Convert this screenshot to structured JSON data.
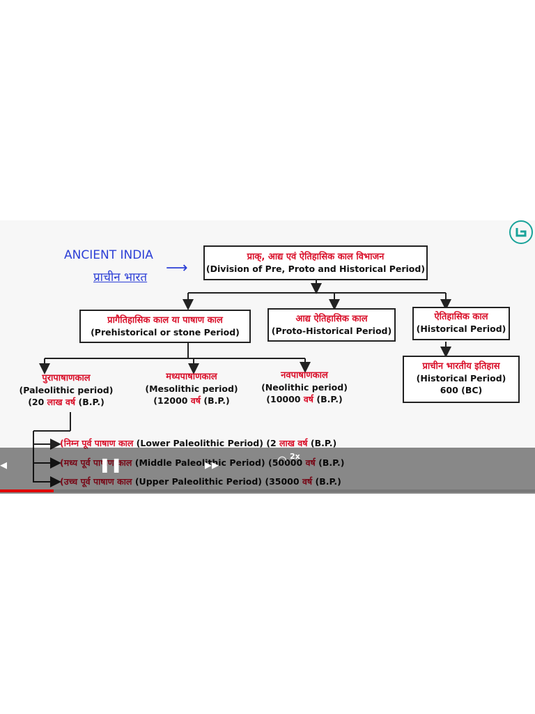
{
  "heading": {
    "english": "ANCIENT INDIA",
    "hindi": "प्राचीन भारत",
    "arrow": "⟶"
  },
  "root": {
    "hindi": "प्राक्, आद्य एवं ऐतिहासिक काल विभाजन",
    "english": "(Division of Pre, Proto and Historical Period)"
  },
  "level1": [
    {
      "hindi": "प्रागैतिहासिक काल या पाषाण काल",
      "english": "(Prehistorical or stone Period)"
    },
    {
      "hindi": "आद्य ऐतिहासिक काल",
      "english": "(Proto-Historical Period)"
    },
    {
      "hindi": "ऐतिहासिक काल",
      "english": "(Historical Period)"
    }
  ],
  "historical_child": {
    "hindi": "प्राचीन भारतीय इतिहास",
    "english": "(Historical Period)",
    "date": "600 (BC)"
  },
  "stone_ages": [
    {
      "hindi": "पुरापाषाणकाल",
      "english": "(Paleolithic period)",
      "date_num": "(20",
      "date_hi": "लाख वर्ष",
      "date_bp": "(B.P.)"
    },
    {
      "hindi": "मध्यपाषाणकाल",
      "english": "(Mesolithic period)",
      "date_num": "(12000",
      "date_hi": "वर्ष",
      "date_bp": "(B.P.)"
    },
    {
      "hindi": "नवपाषाणकाल",
      "english": "(Neolithic period)",
      "date_num": "(10000",
      "date_hi": "वर्ष",
      "date_bp": "(B.P.)"
    }
  ],
  "paleolithic_subs": [
    {
      "hindi": "(निम्न पूर्व पाषाण काल",
      "english": "(Lower Paleolithic Period) (2",
      "date_hi": "लाख वर्ष",
      "date_bp": "(B.P.)"
    },
    {
      "hindi": "(मध्य पूर्व पाषाण काल",
      "english": "(Middle Paleolithic Period) (50000",
      "date_hi": "वर्ष",
      "date_bp": "(B.P.)"
    },
    {
      "hindi": "(उच्च पूर्व पाषाण काल",
      "english": "(Upper Paleolithic Period) (35000",
      "date_hi": "वर्ष",
      "date_bp": "(B.P.)"
    }
  ],
  "player": {
    "speed_label": "2x",
    "progress_fraction": 0.1,
    "accent": "#e00000"
  },
  "colors": {
    "hindi_text": "#d9102a",
    "handwriting": "#2c3fd6",
    "logo": "#1aa39a"
  }
}
